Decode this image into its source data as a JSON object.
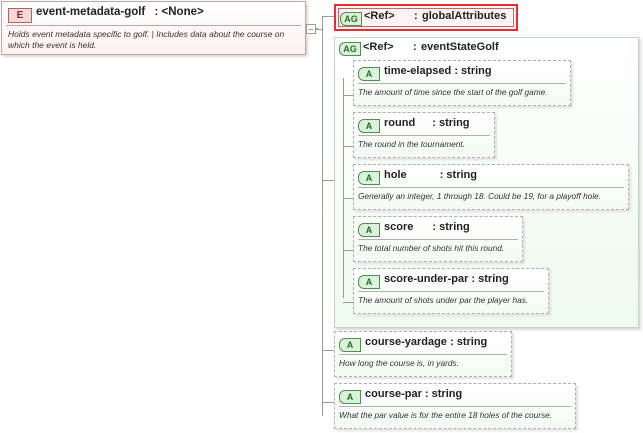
{
  "element": {
    "badge": "E",
    "name": "event-metadata-golf",
    "type": "<None>",
    "description": "Holds event metadata specific to golf. | Includes data about the course on which the event is held."
  },
  "ref_global": {
    "badge": "AG",
    "ref": "<Ref>",
    "name": "globalAttributes"
  },
  "group": {
    "badge": "AG",
    "ref": "<Ref>",
    "name": "eventStateGolf",
    "attributes": [
      {
        "badge": "A",
        "name": "time-elapsed",
        "type": ": string",
        "description": "The amount of time since the start of the golf game."
      },
      {
        "badge": "A",
        "name": "round",
        "type": ": string",
        "description": "The round in the tournament."
      },
      {
        "badge": "A",
        "name": "hole",
        "type": ": string",
        "description": "Generally an integer, 1 through 18. Could be 19, for a playoff hole."
      },
      {
        "badge": "A",
        "name": "score",
        "type": ": string",
        "description": "The total number of shots hit this round."
      },
      {
        "badge": "A",
        "name": "score-under-par",
        "type": ": string",
        "description": "The amount of shots under par the player has."
      }
    ]
  },
  "attributes": [
    {
      "badge": "A",
      "name": "course-yardage",
      "type": ": string",
      "description": "How long the course is, in yards."
    },
    {
      "badge": "A",
      "name": "course-par",
      "type": ": string",
      "description": "What the par value is for the entire 18 holes of the course."
    }
  ]
}
